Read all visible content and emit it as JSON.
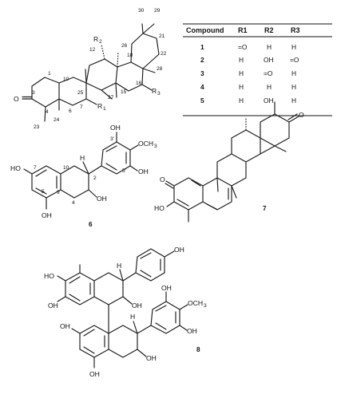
{
  "table": {
    "headers": [
      "Compound",
      "R1",
      "R2",
      "R3"
    ],
    "rows": [
      [
        "1",
        "=O",
        "H",
        "H"
      ],
      [
        "2",
        "H",
        "OH",
        "=O"
      ],
      [
        "3",
        "H",
        "=O",
        "H"
      ],
      [
        "4",
        "H",
        "H",
        "H"
      ],
      [
        "5",
        "H",
        "OH",
        "H"
      ]
    ]
  },
  "triterpene": {
    "numbers": [
      "30",
      "29",
      "26",
      "12",
      "18",
      "21",
      "22",
      "1",
      "10",
      "28",
      "3",
      "25",
      "16",
      "27",
      "15",
      "7",
      "6",
      "4",
      "23",
      "24"
    ],
    "carbonyl_o": "O",
    "substituents": [
      "R",
      "2",
      "R",
      "3",
      "R",
      "1"
    ]
  },
  "compound6": {
    "labels": [
      "OH",
      "3'",
      "OCH",
      "3",
      "HO",
      "7",
      "10",
      "H",
      "2",
      "5'",
      "OH",
      "9",
      "5",
      "4",
      "OH",
      "OH"
    ],
    "id": "6"
  },
  "compound7": {
    "labels": [
      "O",
      "O",
      "HO"
    ],
    "id": "7"
  },
  "compound8": {
    "labels": [
      "OH",
      "HO",
      "H",
      "OH",
      "OH",
      "OH",
      "OH",
      "H",
      "OCH",
      "3",
      "OH",
      "OH",
      "OH"
    ],
    "id": "8"
  }
}
